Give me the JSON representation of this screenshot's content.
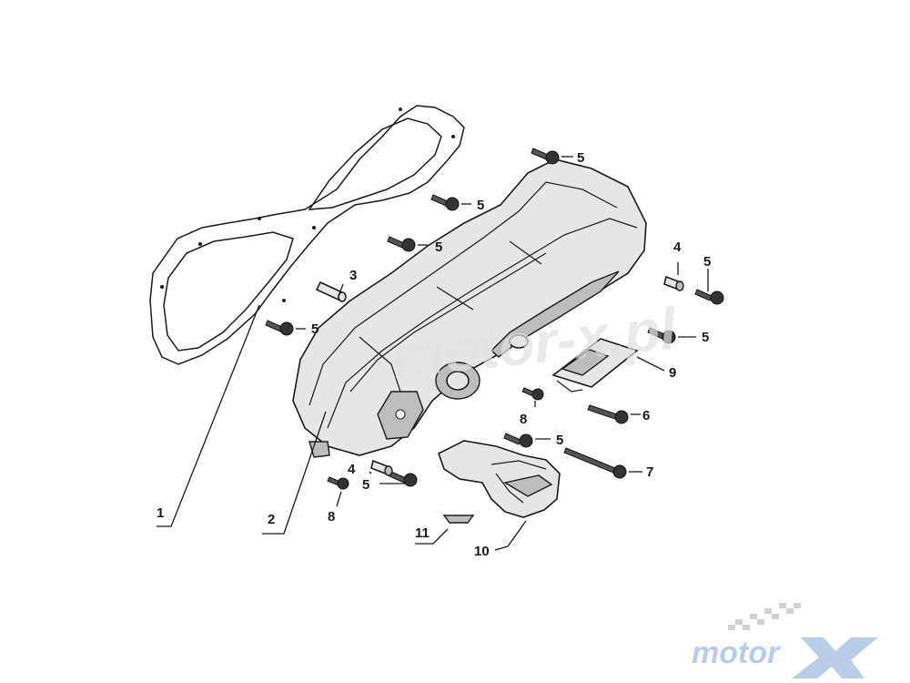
{
  "callouts": [
    {
      "id": "c1",
      "text": "1"
    },
    {
      "id": "c2",
      "text": "2"
    },
    {
      "id": "c3",
      "text": "3"
    },
    {
      "id": "c4a",
      "text": "4"
    },
    {
      "id": "c4b",
      "text": "4"
    },
    {
      "id": "c5a",
      "text": "5"
    },
    {
      "id": "c5b",
      "text": "5"
    },
    {
      "id": "c5c",
      "text": "5"
    },
    {
      "id": "c5d",
      "text": "5"
    },
    {
      "id": "c5e",
      "text": "5"
    },
    {
      "id": "c5f",
      "text": "5"
    },
    {
      "id": "c5g",
      "text": "5"
    },
    {
      "id": "c5h",
      "text": "5"
    },
    {
      "id": "c6",
      "text": "6"
    },
    {
      "id": "c7",
      "text": "7"
    },
    {
      "id": "c8a",
      "text": "8"
    },
    {
      "id": "c8b",
      "text": "8"
    },
    {
      "id": "c9",
      "text": "9"
    },
    {
      "id": "c10",
      "text": "10"
    },
    {
      "id": "c11",
      "text": "11"
    }
  ],
  "watermark": {
    "center": "motor-x.pl",
    "logo_text": "motor"
  },
  "colors": {
    "line": "#1a1a1a",
    "part_fill": "#e6e6e6",
    "logo_blue": "#b9cde6",
    "watermark_gray": "#d6d6d6"
  }
}
